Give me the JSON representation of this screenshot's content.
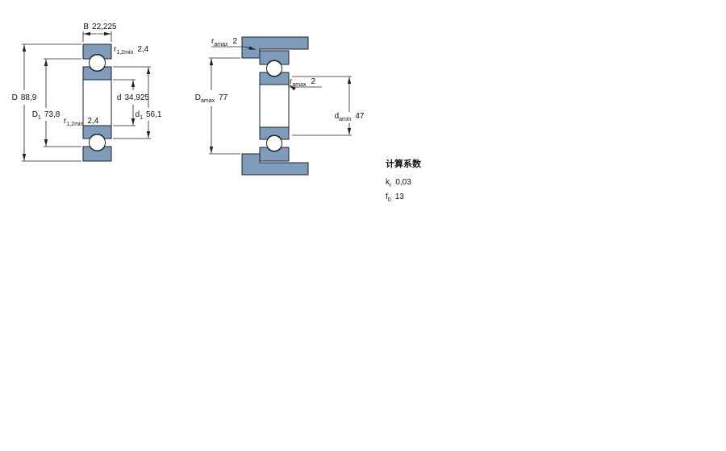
{
  "drawing": {
    "left": {
      "B": {
        "sym": "B",
        "val": "22,225"
      },
      "r_top": {
        "sym": "r",
        "sub": "1,2min",
        "val": "2,4"
      },
      "D": {
        "sym": "D",
        "val": "88,9"
      },
      "D1": {
        "sym": "D",
        "sub": "1",
        "val": "73,8"
      },
      "r_mid": {
        "sym": "r",
        "sub": "1,2min",
        "val": "2,4"
      },
      "d": {
        "sym": "d",
        "val": "34,925"
      },
      "d1": {
        "sym": "d",
        "sub": "1",
        "val": "56,1"
      }
    },
    "right": {
      "ra_top": {
        "sym": "r",
        "sub": "amax",
        "val": "2"
      },
      "Da": {
        "sym": "D",
        "sub": "amax",
        "val": "77"
      },
      "ra_mid": {
        "sym": "r",
        "sub": "amax",
        "val": "2"
      },
      "da": {
        "sym": "d",
        "sub": "amin",
        "val": "47"
      }
    },
    "factors": {
      "heading": "计算系数",
      "kr": {
        "sym": "k",
        "sub": "r",
        "val": "0,03"
      },
      "f0": {
        "sym": "f",
        "sub": "0",
        "val": "13"
      }
    },
    "colors": {
      "section_fill": "#7f9cbd",
      "line": "#1a1a1a"
    }
  }
}
